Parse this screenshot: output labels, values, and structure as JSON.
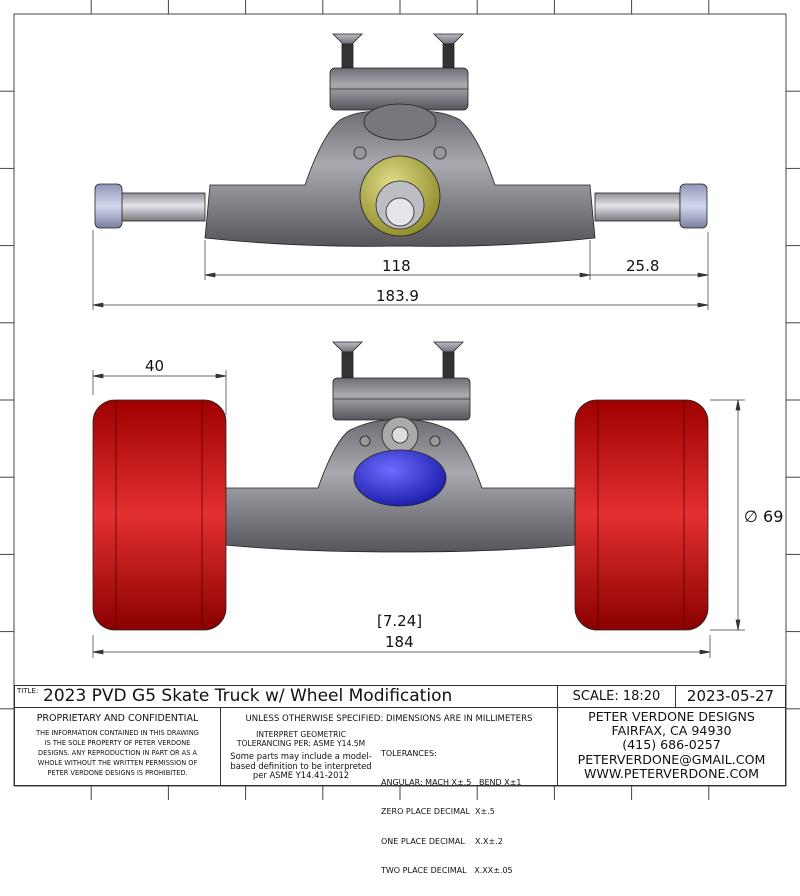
{
  "drawing": {
    "top_view": {
      "dimensions": {
        "hanger_width": "118",
        "axle_stub": "25.8",
        "overall_axle": "183.9"
      }
    },
    "front_view": {
      "dimensions": {
        "wheel_width": "40",
        "wheel_diameter": "69",
        "diameter_symbol": "∅",
        "overall_width": "184",
        "overall_width_inches": "[7.24]"
      }
    },
    "colors": {
      "wheel": "#c41414",
      "bushing_top": "#b8b440",
      "bushing_bottom": "#2a2ad0",
      "metal": "#8a8a90"
    }
  },
  "title_block": {
    "title_label": "TITLE:",
    "title": "2023 PVD G5 Skate Truck w/ Wheel Modification",
    "scale": "SCALE: 18:20",
    "date": "2023-05-27",
    "proprietary": {
      "heading": "PROPRIETARY AND CONFIDENTIAL",
      "lines": [
        "THE INFORMATION CONTAINED IN THIS DRAWING",
        "IS THE SOLE PROPERTY OF PETER VERDONE",
        "DESIGNS.  ANY  REPRODUCTION IN PART OR AS A",
        "WHOLE WITHOUT THE WRITTEN PERMISSION OF",
        "PETER VERDONE DESIGNS IS PROHIBITED."
      ]
    },
    "specs": {
      "heading": "UNLESS OTHERWISE SPECIFIED: DIMENSIONS ARE IN MILLIMETERS",
      "gdt": [
        "INTERPRET GEOMETRIC",
        "TOLERANCING PER: ASME Y14.5M"
      ],
      "mbd": [
        "Some parts may include a model-",
        "based definition to be interpreted",
        "per ASME Y14.41-2012"
      ],
      "tolerances": [
        "TOLERANCES:",
        "ANGULAR: MACH X±.5   BEND X±1",
        "ZERO PLACE DECIMAL  X±.5",
        "ONE PLACE DECIMAL    X.X±.2",
        "TWO PLACE DECIMAL   X.XX±.05"
      ]
    },
    "company": [
      "PETER VERDONE DESIGNS",
      "FAIRFAX, CA 94930",
      "(415) 686-0257",
      "PETERVERDONE@GMAIL.COM",
      "WWW.PETERVERDONE.COM"
    ]
  }
}
